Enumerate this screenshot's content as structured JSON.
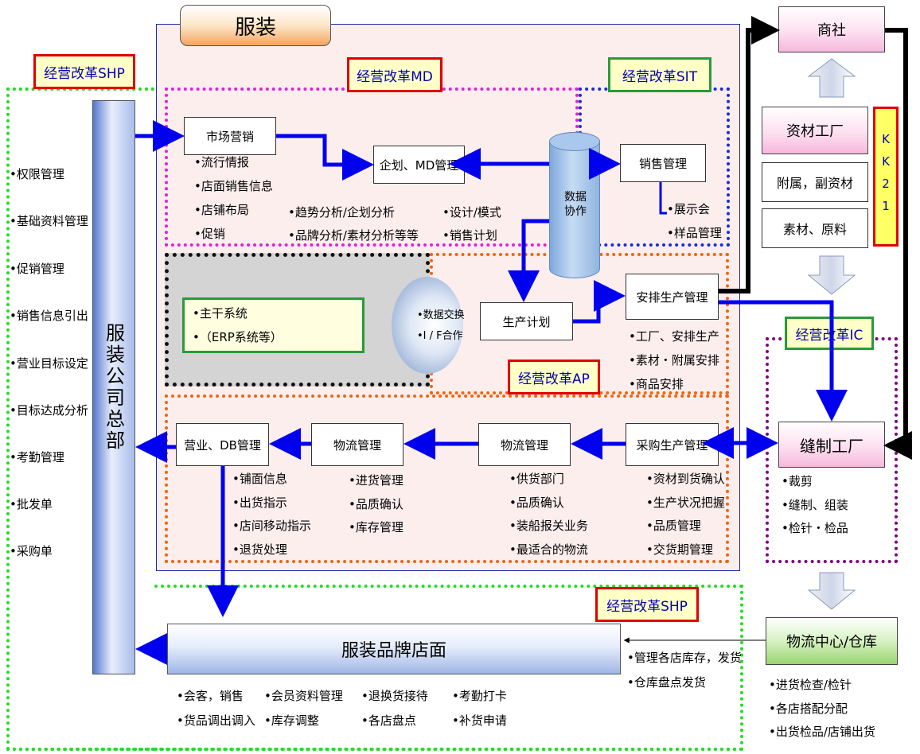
{
  "title": "服装",
  "hq": {
    "label": "服装公司总部"
  },
  "labels": {
    "shp_top": "经营改革SHP",
    "md": "经营改革MD",
    "sit": "经营改革SIT",
    "ap": "经营改革AP",
    "ic": "经营改革IC",
    "shp_bottom": "经营改革SHP"
  },
  "left_list": [
    "权限管理",
    "基础资料管理",
    "促销管理",
    "销售信息引出",
    "营业目标设定",
    "目标达成分析",
    "考勤管理",
    "批发单",
    "采购单"
  ],
  "boxes": {
    "market": "市场营销",
    "planning": "企划、MD管理",
    "sales_mgmt": "销售管理",
    "data_collab": "数据协作",
    "prod_plan": "生产计划",
    "prod_mgmt": "安排生产管理",
    "purchase": "采购生产管理",
    "logistics2": "物流管理",
    "logistics1": "物流管理",
    "biz_db": "营业、DB管理",
    "store": "服装品牌店面",
    "shosha": "商社",
    "material_factory": "资材工厂",
    "accessories": "附属，副资材",
    "raw": "素材、原料",
    "sewing": "缝制工厂",
    "dist": "物流中心/仓库",
    "kk21": "KK21"
  },
  "market_items": [
    "流行情报",
    "店面销售信息",
    "店铺布局",
    "促销"
  ],
  "analysis_items": [
    "趋势分析/企划分析",
    "品牌分析/素材分析等等"
  ],
  "design_items": [
    "设计/模式",
    "销售计划"
  ],
  "sales_items": [
    "展示会",
    "样品管理"
  ],
  "erp_items": [
    "主干系统",
    "（ERP系统等）"
  ],
  "exchange_items": [
    "数据交换",
    "I / F合作"
  ],
  "prod_items": [
    "工厂、安排生产",
    "素材・附属安排",
    "商品安排"
  ],
  "purchase_items": [
    "资材到货确认",
    "生产状况把握",
    "品质管理",
    "交货期管理"
  ],
  "logistics1_items": [
    "供货部门",
    "品质确认",
    "装船报关业务",
    "最适合的物流"
  ],
  "logistics2_items": [
    "进货管理",
    "品质确认",
    "库存管理"
  ],
  "biz_items": [
    "铺面信息",
    "出货指示",
    "店间移动指示",
    "退货处理"
  ],
  "sewing_items": [
    "裁剪",
    "缝制、组装",
    "检针・检品"
  ],
  "store_side_items": [
    "管理各店库存，发货",
    "仓库盘点发货"
  ],
  "store_items": [
    [
      "会客，销售",
      "会员资料管理",
      "退换货接待",
      "考勤打卡"
    ],
    [
      "货品调出调入",
      "库存调整",
      "各店盘点",
      "补货申请"
    ]
  ],
  "dist_items": [
    "进货检查/检针",
    "各店搭配分配",
    "出货检品/店铺出货"
  ],
  "colors": {
    "flow_arrow": "#0000ee",
    "shp_border": "#22dd22",
    "md_border": "#dd22dd",
    "sit_border": "#1a2bd8",
    "ap_border": "#ee6611",
    "ic_border": "#800080"
  }
}
